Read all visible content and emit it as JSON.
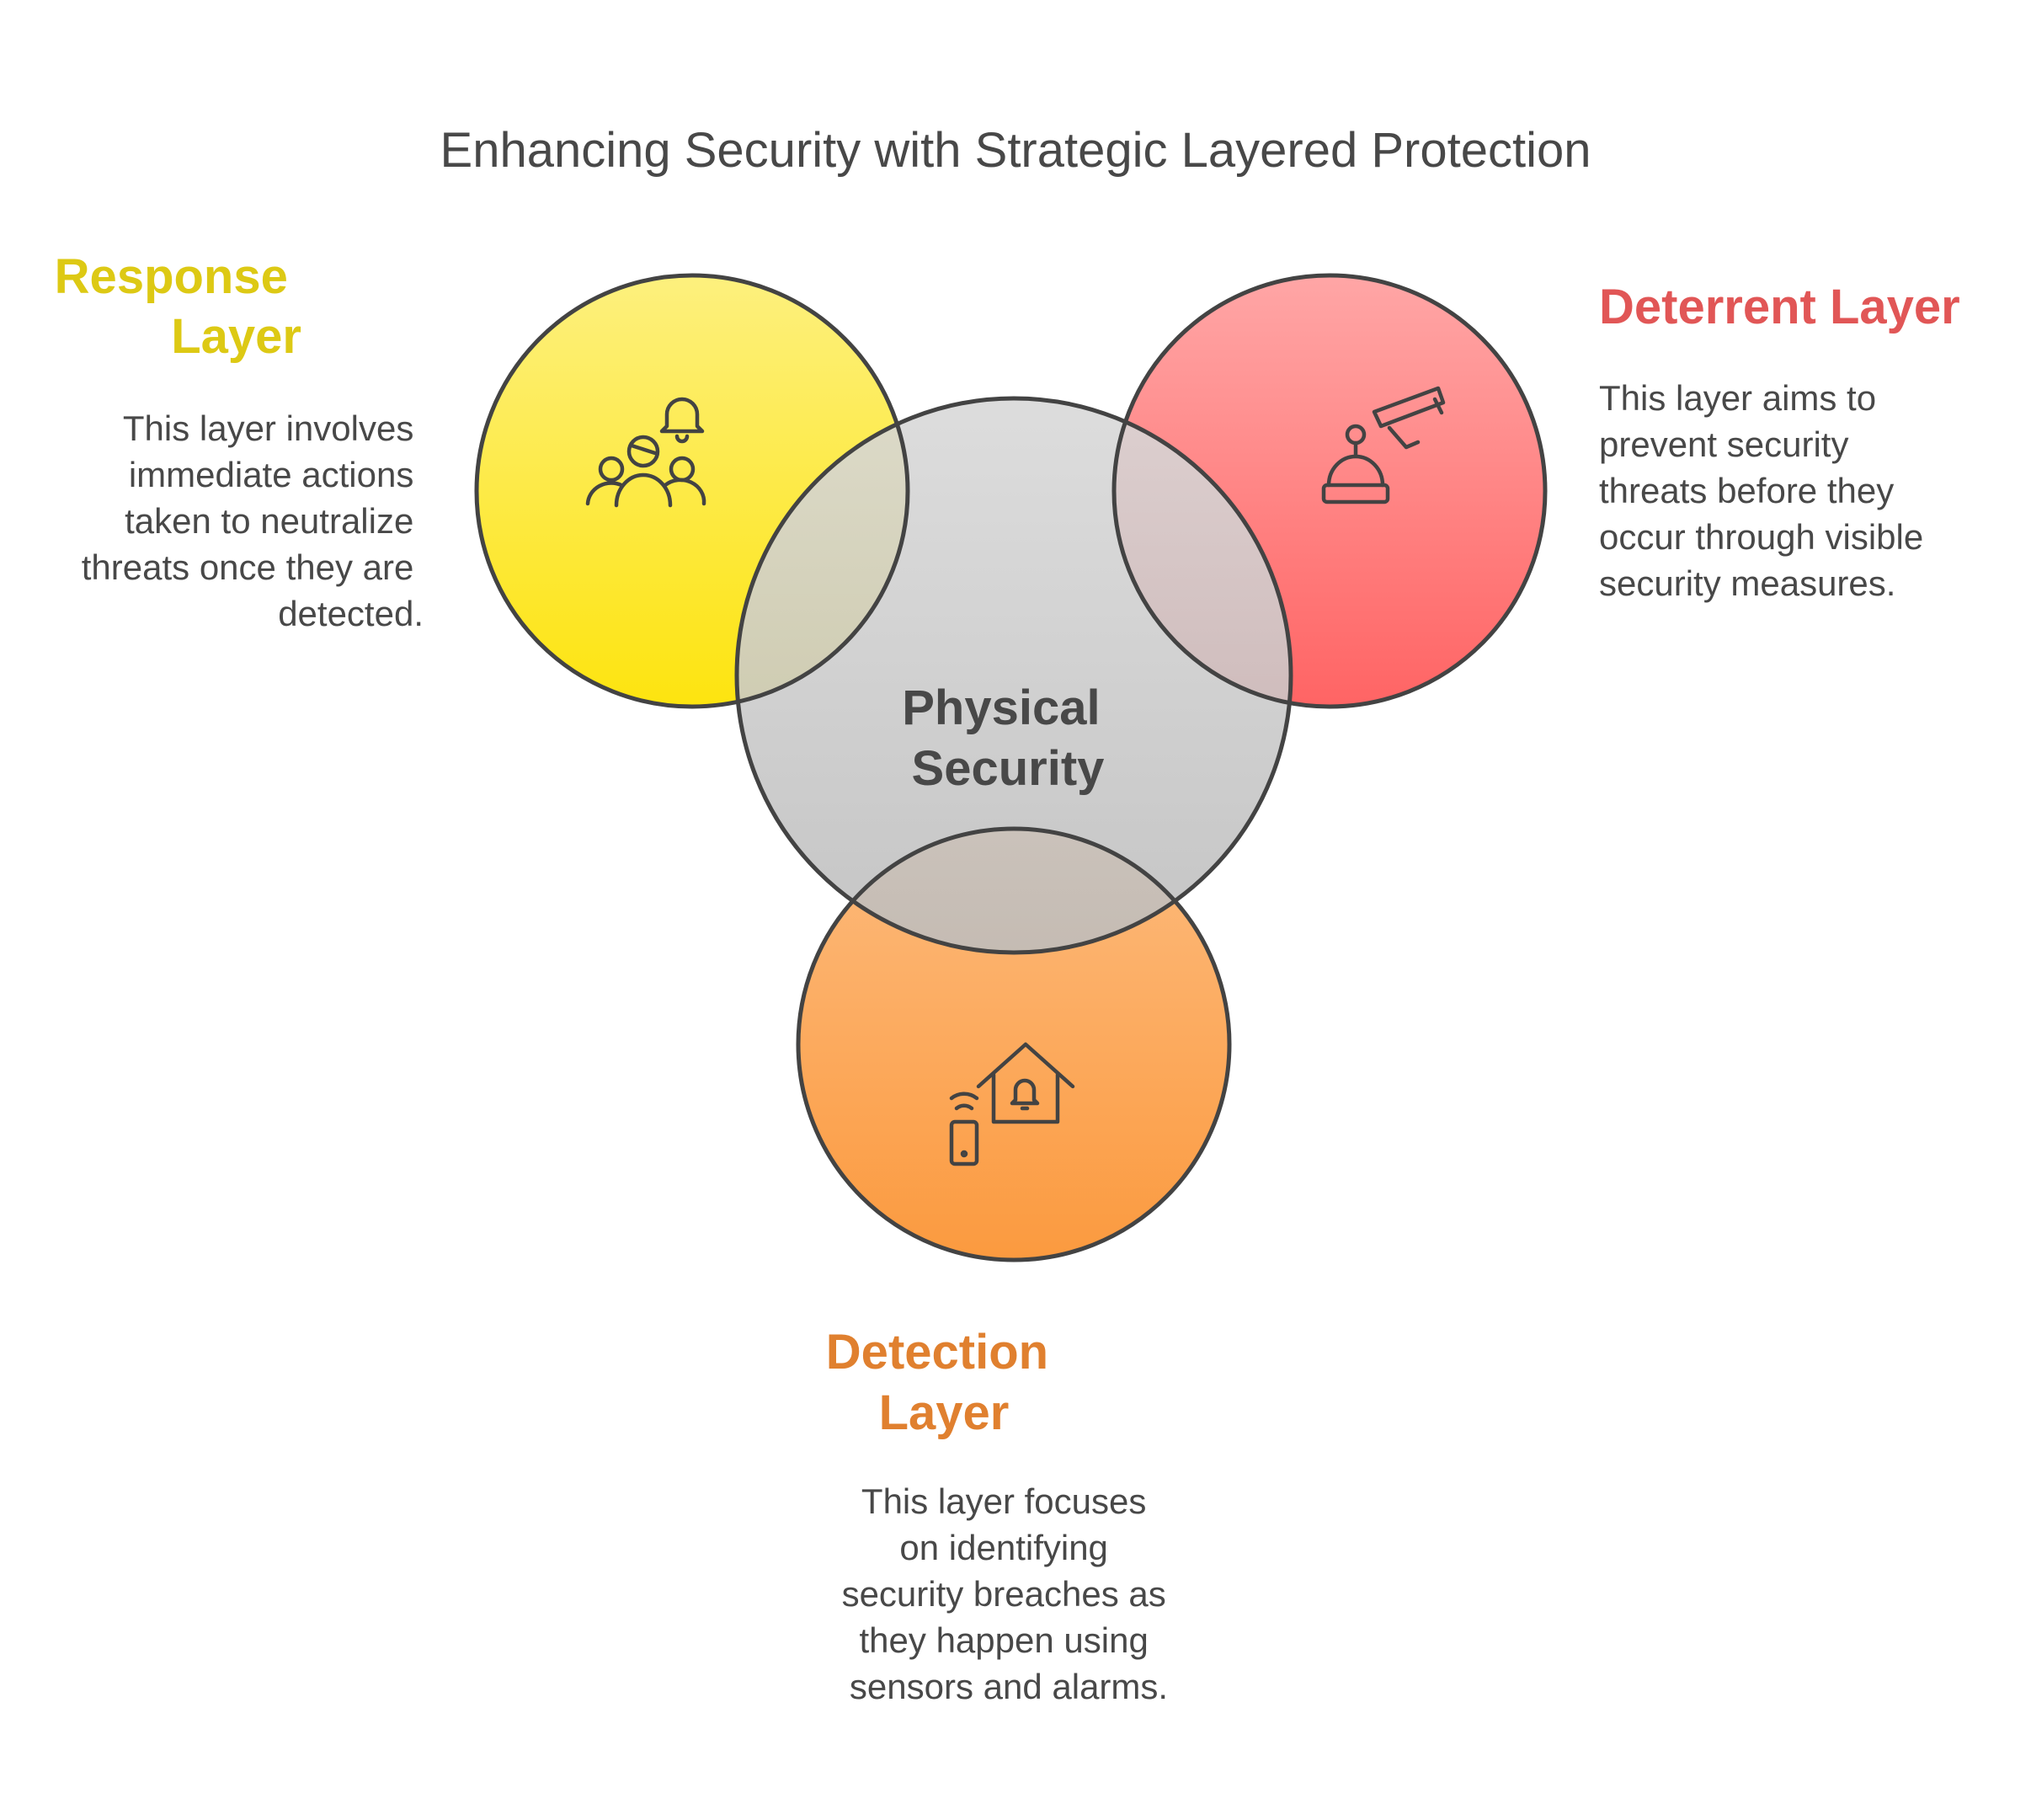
{
  "title": "Enhancing Security with Strategic Layered Protection",
  "center": {
    "label_lines": [
      "Physical",
      "Security"
    ]
  },
  "layers": {
    "response": {
      "heading_lines": [
        "Response",
        "Layer"
      ],
      "description_lines": [
        "This layer involves",
        "immediate actions",
        "taken to neutralize",
        "threats once they are",
        "detected."
      ],
      "icon": "people-alert-icon",
      "color": "#ddc914"
    },
    "deterrent": {
      "heading_lines": [
        "Deterrent Layer"
      ],
      "description_lines": [
        "This layer aims to",
        "prevent security",
        "threats before they",
        "occur through visible",
        "security measures."
      ],
      "icon": "security-camera-icon",
      "color": "#e15656"
    },
    "detection": {
      "heading_lines": [
        "Detection",
        "Layer"
      ],
      "description_lines": [
        "This layer focuses",
        "on identifying",
        "security breaches as",
        "they happen using",
        "sensors and alarms."
      ],
      "icon": "home-alarm-icon",
      "color": "#e0802f"
    }
  }
}
